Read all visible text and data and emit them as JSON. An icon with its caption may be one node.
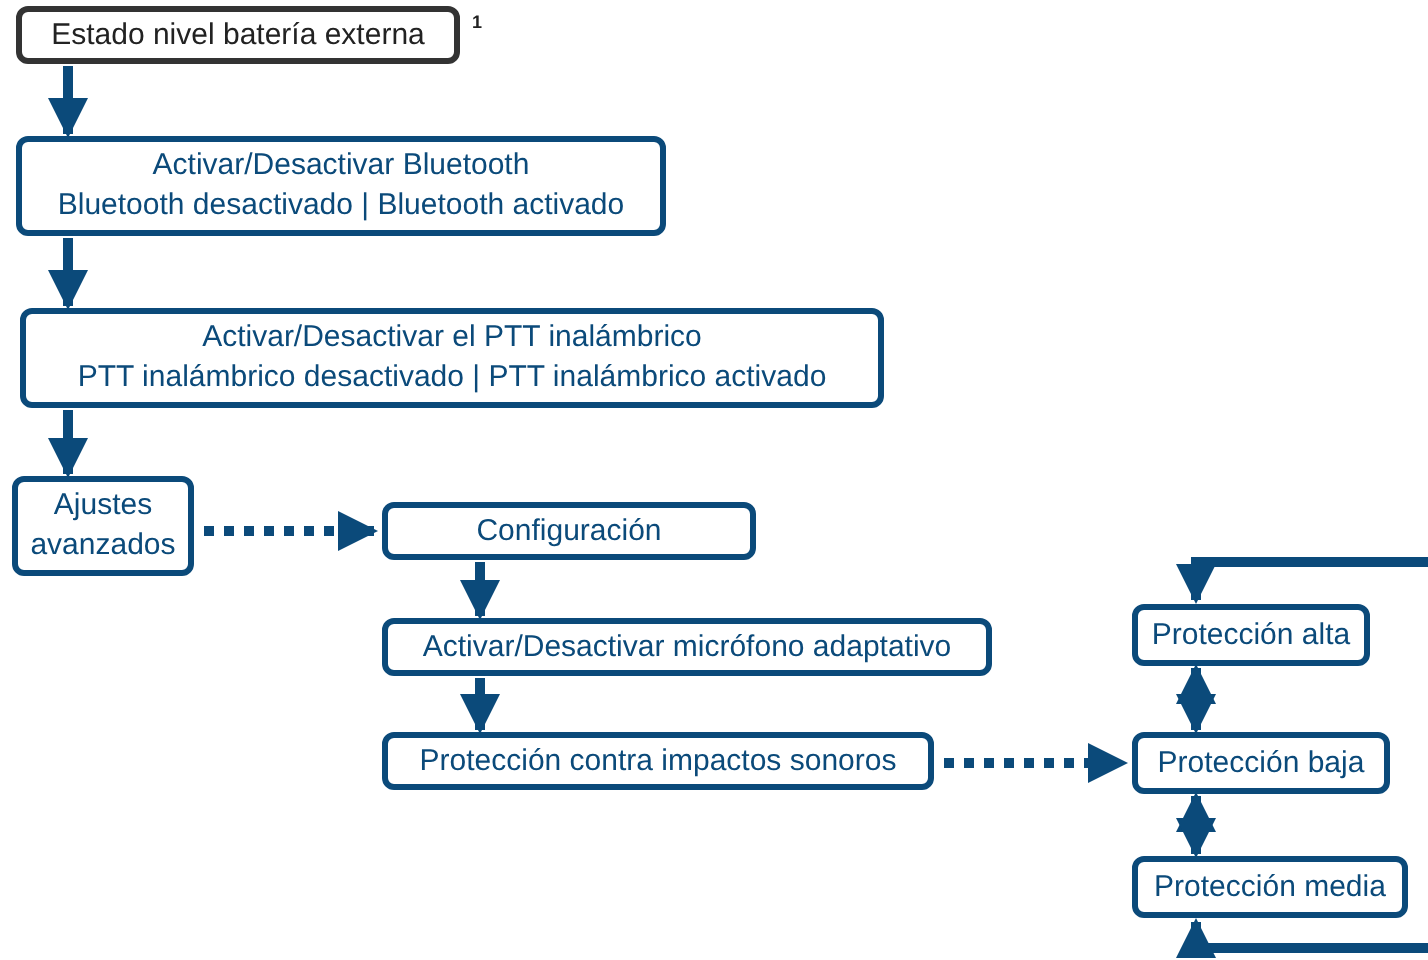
{
  "diagram": {
    "nodes": [
      {
        "text": [
          "Estado nivel batería externa"
        ],
        "beside": [
          "1"
        ]
      },
      {
        "text": [
          "Activar/Desactivar Bluetooth",
          "Bluetooth desactivado | Bluetooth activado"
        ]
      },
      {
        "text": [
          "Activar/Desactivar el PTT inalámbrico",
          "PTT inalámbrico desactivado | PTT inalámbrico activado"
        ]
      },
      {
        "text": [
          "Ajustes avanzados"
        ]
      },
      {
        "text": [
          "Configuración"
        ]
      },
      {
        "text": [
          "Activar/Desactivar micrófono adaptativo"
        ]
      },
      {
        "text": [
          "Protección contra impactos sonoros"
        ]
      },
      {
        "text": [
          "Protección alta"
        ]
      },
      {
        "text": [
          "Protección baja"
        ]
      },
      {
        "text": [
          "Protección media"
        ]
      }
    ],
    "edges": [
      {
        "from": 0,
        "to": 1,
        "arrow": "to"
      },
      {
        "from": 1,
        "to": 2,
        "arrow": "to"
      },
      {
        "from": 2,
        "to": 3,
        "arrow": "to"
      },
      {
        "from": 3,
        "to": 4,
        "arrow": "to",
        "style": "dashed"
      },
      {
        "from": 4,
        "to": 5,
        "arrow": "to"
      },
      {
        "from": 5,
        "to": 6,
        "arrow": "to"
      },
      {
        "from": 6,
        "to": 8,
        "arrow": "to",
        "style": "dashed"
      },
      {
        "from": 7,
        "to": 8,
        "arrow": "both"
      },
      {
        "from": 8,
        "to": 9,
        "arrow": "both"
      },
      {
        "from": null,
        "to": 7,
        "arrow": "to"
      },
      {
        "from": null,
        "to": 9,
        "arrow": "to"
      }
    ]
  }
}
